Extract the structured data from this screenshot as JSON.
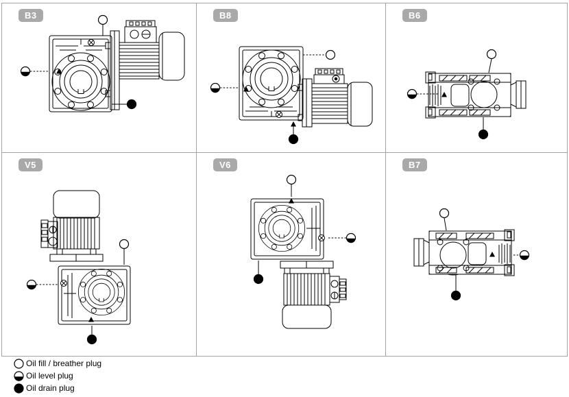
{
  "cells": [
    {
      "id": "b3",
      "label": "B3"
    },
    {
      "id": "b8",
      "label": "B8"
    },
    {
      "id": "b6",
      "label": "B6"
    },
    {
      "id": "v5",
      "label": "V5"
    },
    {
      "id": "v6",
      "label": "V6"
    },
    {
      "id": "b7",
      "label": "B7"
    }
  ],
  "legend": {
    "items": [
      {
        "icon": "oil-fill-breather-plug-icon",
        "label": "Oil fill / breather plug"
      },
      {
        "icon": "oil-level-plug-icon",
        "label": "Oil level plug"
      },
      {
        "icon": "oil-drain-plug-icon",
        "label": "Oil drain plug"
      }
    ]
  },
  "colors": {
    "grid_border": "#a3a3a3",
    "badge_bg": "#a9a9a9",
    "badge_text": "#ffffff",
    "line": "#000000"
  }
}
